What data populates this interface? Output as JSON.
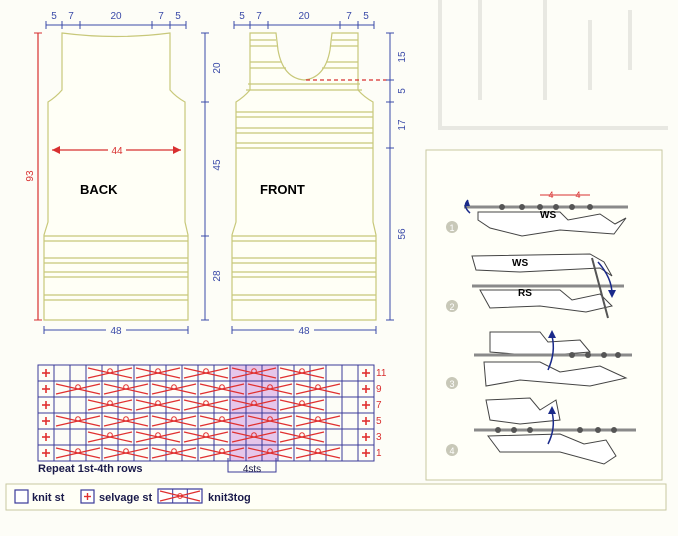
{
  "schematic": {
    "back": {
      "label": "BACK",
      "top_widths": [
        "5",
        "7",
        "20",
        "7",
        "5"
      ],
      "chest_width": "44",
      "bottom_width": "48",
      "total_height": "93",
      "right_heights": [
        "20",
        "45",
        "28"
      ]
    },
    "front": {
      "label": "FRONT",
      "top_widths": [
        "5",
        "7",
        "20",
        "7",
        "5"
      ],
      "bottom_width": "48",
      "right_heights": [
        "15",
        "5",
        "17",
        "56"
      ]
    }
  },
  "chart": {
    "row_numbers": [
      "11",
      "9",
      "7",
      "5",
      "3",
      "1"
    ],
    "repeat_note": "Repeat 1st-4th rows",
    "repeat_width": "4sts",
    "colors": {
      "grid": "#3a3a9a",
      "symbol": "#e03030",
      "highlight": "#e6c6ea"
    }
  },
  "steps": {
    "numbers": [
      "1",
      "2",
      "3",
      "4"
    ],
    "labels": {
      "step1_ws": "WS",
      "step2_ws": "WS",
      "step2_rs": "RS",
      "count_1": "4",
      "count_2": "4"
    }
  },
  "legend": {
    "knit": "knit st",
    "selvage": "selvage st",
    "knit3tog": "knit3tog"
  },
  "colors": {
    "dimension_blue": "#3a4aa8",
    "dimension_red": "#d83030",
    "panel": "#fefef2",
    "outline": "#c8c87a"
  }
}
